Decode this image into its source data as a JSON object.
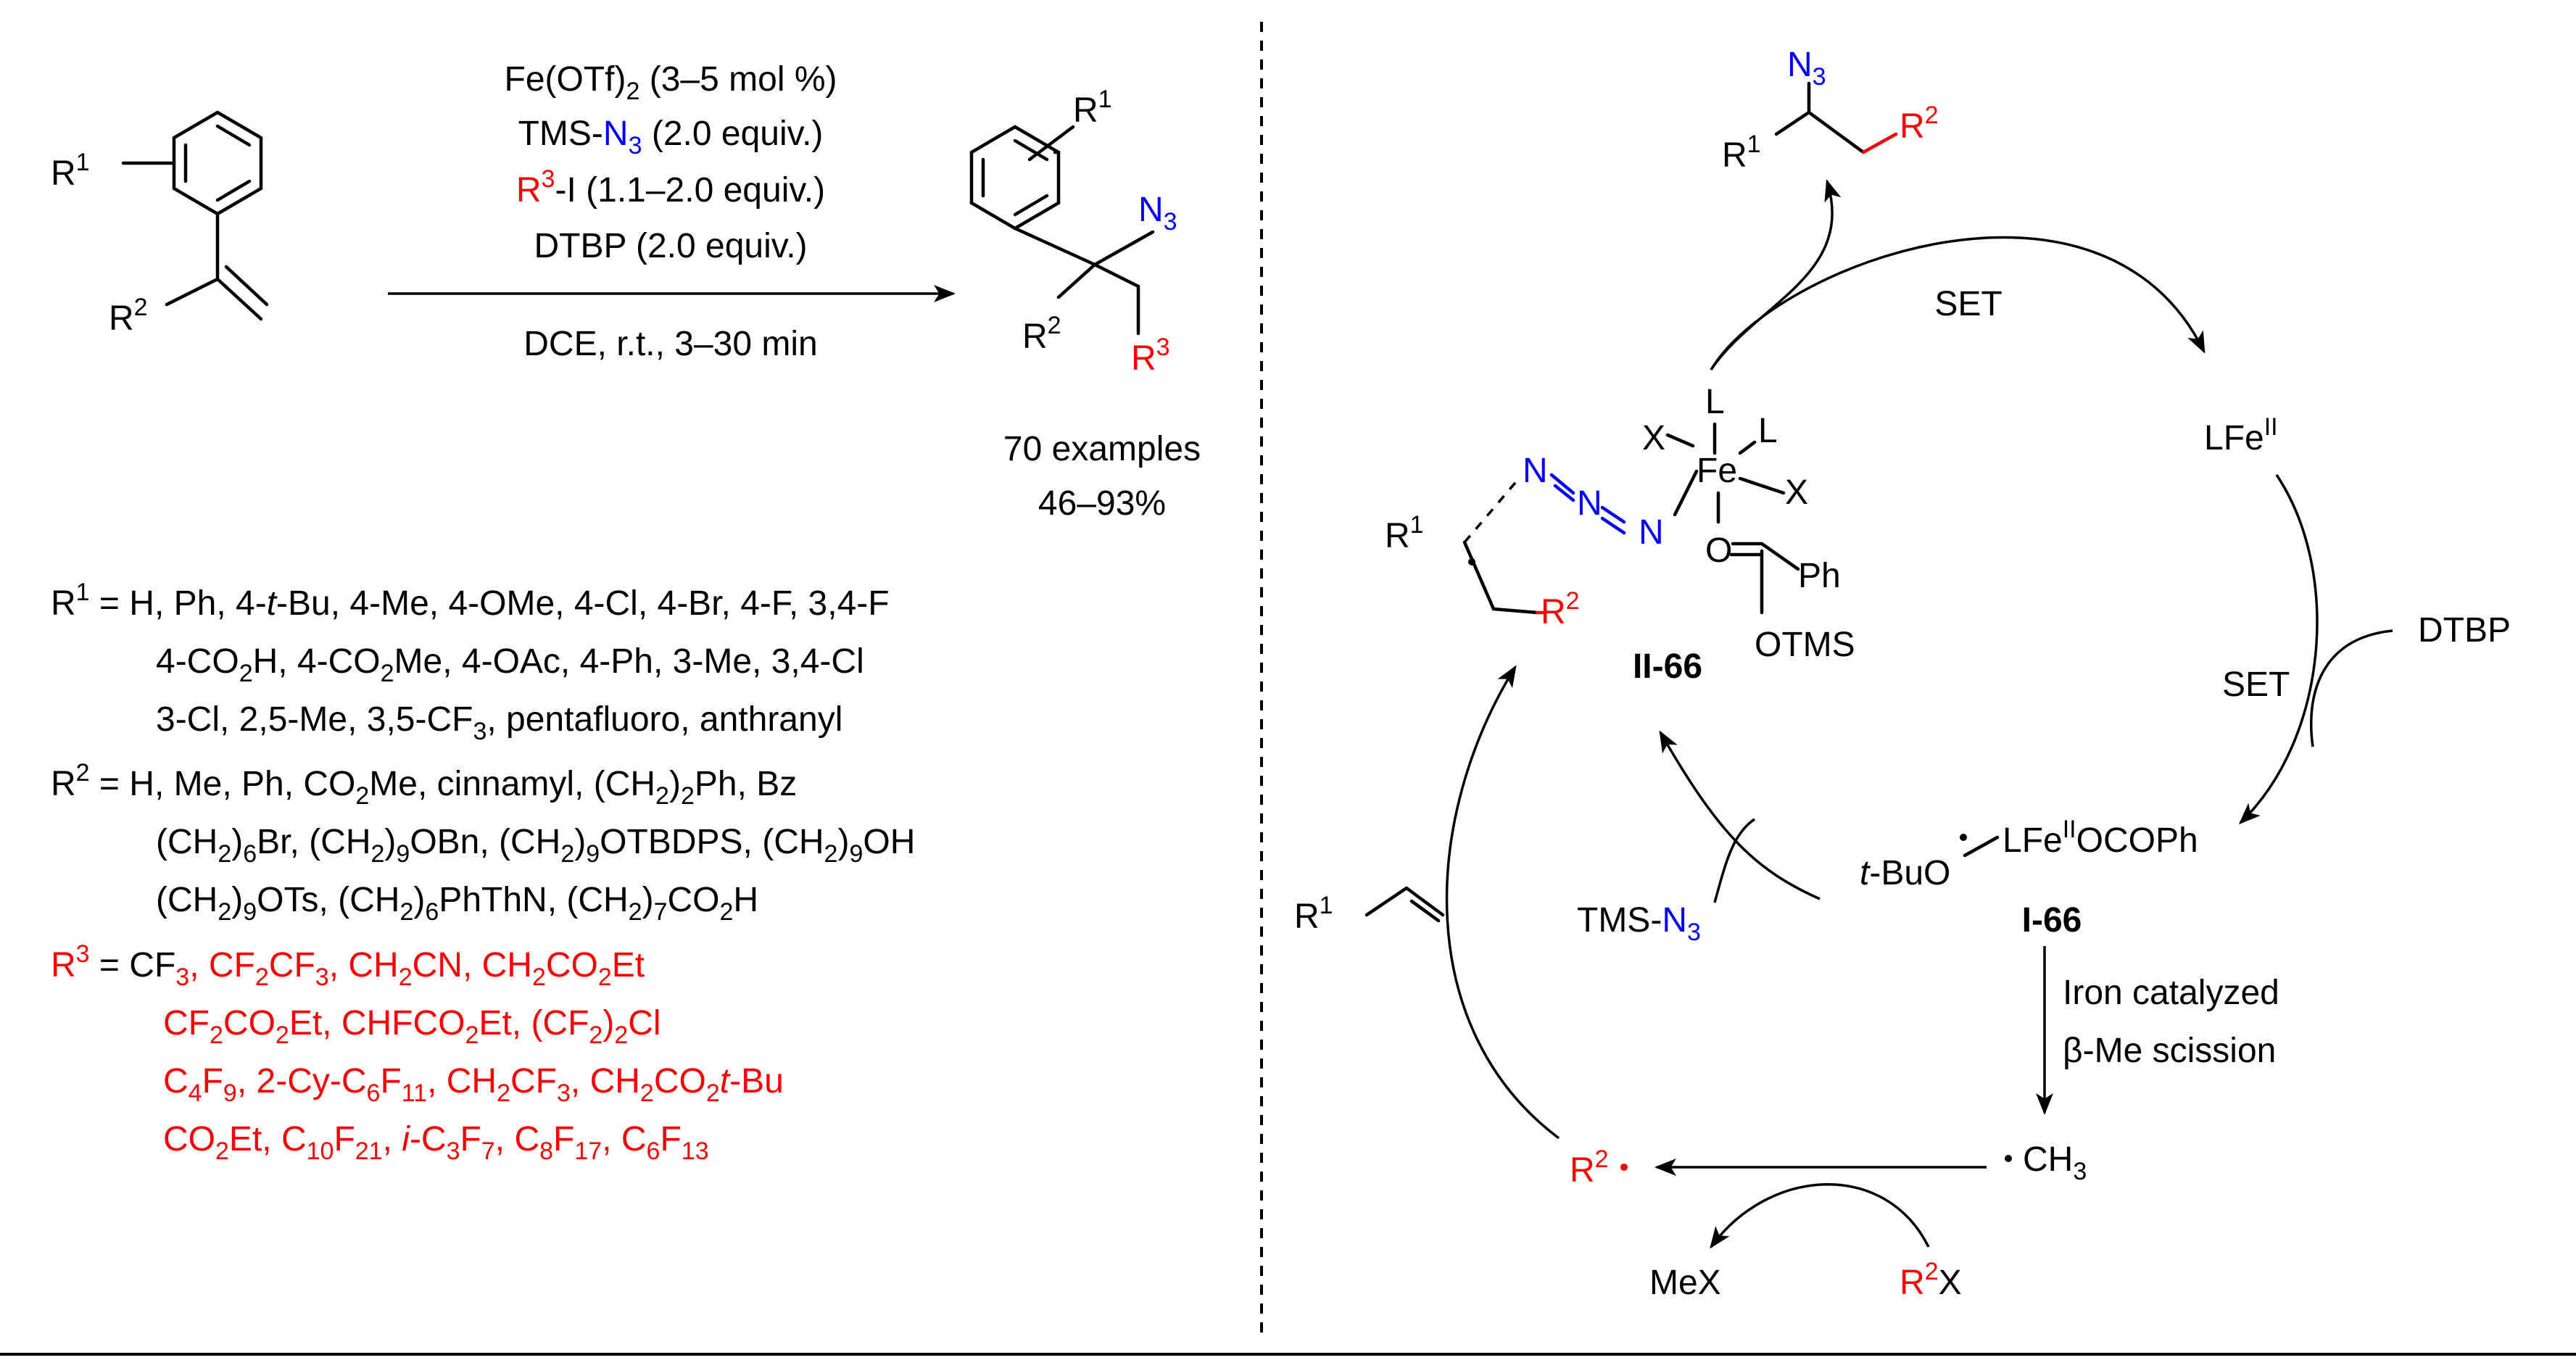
{
  "reaction": {
    "cond1_pre": "Fe(OTf)",
    "cond1_sub": "2",
    "cond1_post": " (3–5 mol %)",
    "cond2_a": "TMS-",
    "cond2_b": "N",
    "cond2_sub": "3",
    "cond2_c": " (2.0 equiv.)",
    "cond3_a": "R",
    "cond3_sup": "3",
    "cond3_b": "-I",
    "cond3_c": " (1.1–2.0 equiv.)",
    "cond4": "DTBP (2.0 equiv.)",
    "cond5": "DCE, r.t., 3–30 min",
    "reactant_r1": "R",
    "reactant_r1_sup": "1",
    "reactant_r2": "R",
    "reactant_r2_sup": "2",
    "product_r1": "R",
    "product_r1_sup": "1",
    "product_n3": "N",
    "product_n3_sub": "3",
    "product_r2": "R",
    "product_r2_sup": "2",
    "product_r3": "R",
    "product_r3_sup": "3",
    "examples": "70 examples",
    "yield": "46–93%"
  },
  "scope": {
    "r1_label": "R",
    "r1_sup": "1",
    "r1_line1": " = H, Ph, 4-",
    "r1_line1_tbu": "t",
    "r1_line1_rest": "-Bu, 4-Me, 4-OMe, 4-Cl, 4-Br, 4-F, 3,4-F",
    "r1_line2_a": "4-CO",
    "r1_line2_s1": "2",
    "r1_line2_b": "H, 4-CO",
    "r1_line2_s2": "2",
    "r1_line2_c": "Me, 4-OAc, 4-Ph, 3-Me, 3,4-Cl",
    "r1_line3_a": "3-Cl, 2,5-Me, 3,5-CF",
    "r1_line3_s": "3",
    "r1_line3_b": ", pentafluoro, anthranyl",
    "r2_label": "R",
    "r2_sup": "2",
    "r2_line1_a": " = H, Me, Ph, CO",
    "r2_line1_s1": "2",
    "r2_line1_b": "Me, cinnamyl, (CH",
    "r2_line1_s2": "2",
    "r2_line1_c": ")",
    "r2_line1_s3": "2",
    "r2_line1_d": "Ph, Bz",
    "r2_line2_a": "(CH",
    "r2_line2_s1": "2",
    "r2_line2_b": ")",
    "r2_line2_s2": "6",
    "r2_line2_c": "Br, (CH",
    "r2_line2_s3": "2",
    "r2_line2_d": ")",
    "r2_line2_s4": "9",
    "r2_line2_e": "OBn, (CH",
    "r2_line2_s5": "2",
    "r2_line2_f": ")",
    "r2_line2_s6": "9",
    "r2_line2_g": "OTBDPS, (CH",
    "r2_line2_s7": "2",
    "r2_line2_h": ")",
    "r2_line2_s8": "9",
    "r2_line2_i": "OH",
    "r2_line3_a": "(CH",
    "r2_line3_s1": "2",
    "r2_line3_b": ")",
    "r2_line3_s2": "9",
    "r2_line3_c": "OTs, (CH",
    "r2_line3_s3": "2",
    "r2_line3_d": ")",
    "r2_line3_s4": "6",
    "r2_line3_e": "PhThN, (CH",
    "r2_line3_s5": "2",
    "r2_line3_f": ")",
    "r2_line3_s6": "7",
    "r2_line3_g": "CO",
    "r2_line3_s7": "2",
    "r2_line3_h": "H",
    "r3_label": "R",
    "r3_sup": "3",
    "r3_line1_a": " = CF",
    "r3_line1_s1": "3",
    "r3_line1_b": ", CF",
    "r3_line1_s2": "2",
    "r3_line1_c": "CF",
    "r3_line1_s3": "3",
    "r3_line1_d": ", CH",
    "r3_line1_s4": "2",
    "r3_line1_e": "CN, CH",
    "r3_line1_s5": "2",
    "r3_line1_f": "CO",
    "r3_line1_s6": "2",
    "r3_line1_g": "Et",
    "r3_line2_a": "CF",
    "r3_line2_s1": "2",
    "r3_line2_b": "CO",
    "r3_line2_s2": "2",
    "r3_line2_c": "Et, CHFCO",
    "r3_line2_s3": "2",
    "r3_line2_d": "Et, (CF",
    "r3_line2_s4": "2",
    "r3_line2_e": ")",
    "r3_line2_s5": "2",
    "r3_line2_f": "Cl",
    "r3_line3_a": "C",
    "r3_line3_s1": "4",
    "r3_line3_b": "F",
    "r3_line3_s2": "9",
    "r3_line3_c": ", 2-Cy-C",
    "r3_line3_s3": "6",
    "r3_line3_d": "F",
    "r3_line3_s4": "11",
    "r3_line3_e": ", CH",
    "r3_line3_s5": "2",
    "r3_line3_f": "CF",
    "r3_line3_s6": "3",
    "r3_line3_g": ", CH",
    "r3_line3_s7": "2",
    "r3_line3_h": "CO",
    "r3_line3_s8": "2",
    "r3_line3_i": "t",
    "r3_line3_j": "-Bu",
    "r3_line4_a": "CO",
    "r3_line4_s1": "2",
    "r3_line4_b": "Et, C",
    "r3_line4_s2": "10",
    "r3_line4_c": "F",
    "r3_line4_s3": "21",
    "r3_line4_d": ", ",
    "r3_line4_e": "i",
    "r3_line4_f": "-C",
    "r3_line4_s4": "3",
    "r3_line4_g": "F",
    "r3_line4_s5": "7",
    "r3_line4_h": ", C",
    "r3_line4_s6": "8",
    "r3_line4_i": "F",
    "r3_line4_s7": "17",
    "r3_line4_j": ", C",
    "r3_line4_s8": "6",
    "r3_line4_k": "F",
    "r3_line4_s9": "13"
  },
  "mechanism": {
    "prod_n3": "N",
    "prod_n3_sub": "3",
    "prod_r1": "R",
    "prod_r1_sup": "1",
    "prod_r2": "R",
    "prod_r2_sup": "2",
    "set_top": "SET",
    "lfe": "LFe",
    "lfe_sup": "II",
    "dtbp": "DTBP",
    "set_right": "SET",
    "tbuo_t": "t",
    "tbuo_rest": "-BuO",
    "tbuo_complex": "LFe",
    "tbuo_complex_sup": "II",
    "tbuo_complex_end": "OCOPh",
    "label_i66": "I-66",
    "iron_cat": "Iron catalyzed",
    "beta_me": "β-Me scission",
    "ch3": "CH",
    "ch3_sub": "3",
    "r2x": "R",
    "r2x_sup": "2",
    "r2x_x": "X",
    "mex": "MeX",
    "r2rad": "R",
    "r2rad_sup": "2",
    "tmsn3_a": "TMS-",
    "tmsn3_b": "N",
    "tmsn3_sub": "3",
    "alkene_r1": "R",
    "alkene_r1_sup": "1",
    "label_ii66": "II-66",
    "fe": "Fe",
    "l1": "L",
    "l2": "L",
    "x1": "X",
    "x2": "X",
    "o": "O",
    "ph": "Ph",
    "otms": "OTMS",
    "n1": "N",
    "n2": "N",
    "n3": "N",
    "int_r1": "R",
    "int_r1_sup": "1",
    "int_r2": "R",
    "int_r2_sup": "2"
  }
}
